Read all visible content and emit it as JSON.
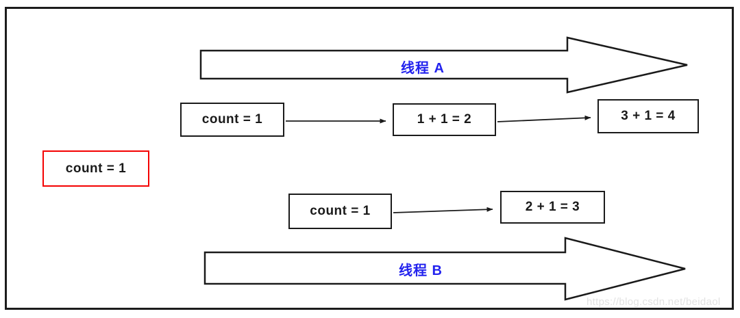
{
  "diagram": {
    "description": "Two threads incrementing a shared counter (race condition illustration)",
    "threads": {
      "a_label": "线程 A",
      "b_label": "线程 B"
    },
    "initial_box": {
      "label": "count = 1"
    },
    "thread_a_steps": [
      "count = 1",
      "1 + 1 = 2",
      "3 + 1 = 4"
    ],
    "thread_b_steps": [
      "count = 1",
      "2 + 1 = 3"
    ],
    "colors": {
      "thread_label_blue": "#2222ee",
      "initial_box_border_red": "#f40000",
      "line_black": "#1a1a1a",
      "watermark_gray": "#e2e2e2"
    },
    "watermark": "https://blog.csdn.net/beidaol"
  }
}
